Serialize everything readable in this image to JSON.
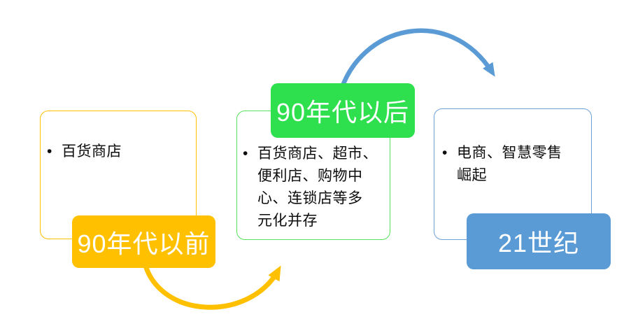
{
  "bullet": "•",
  "stages": [
    {
      "id": "before-90s",
      "label": "90年代以前",
      "body_lines": [
        "百货商店"
      ]
    },
    {
      "id": "after-90s",
      "label": "90年代以后",
      "body_lines": [
        "百货商店、超市、",
        "便利店、购物中",
        "心、连锁店等多",
        "元化并存"
      ]
    },
    {
      "id": "21st-century",
      "label": "21世纪",
      "body_lines": [
        "电商、智慧零售",
        "崛起"
      ]
    }
  ],
  "colors": {
    "gold": "#FFC000",
    "green_label": "#2EDF4E",
    "green_border": "#57E25C",
    "blue": "#5B9BD5",
    "blue_border": "#6CA0D8",
    "text": "#0d0d0d",
    "label_text": "#ffffff"
  }
}
